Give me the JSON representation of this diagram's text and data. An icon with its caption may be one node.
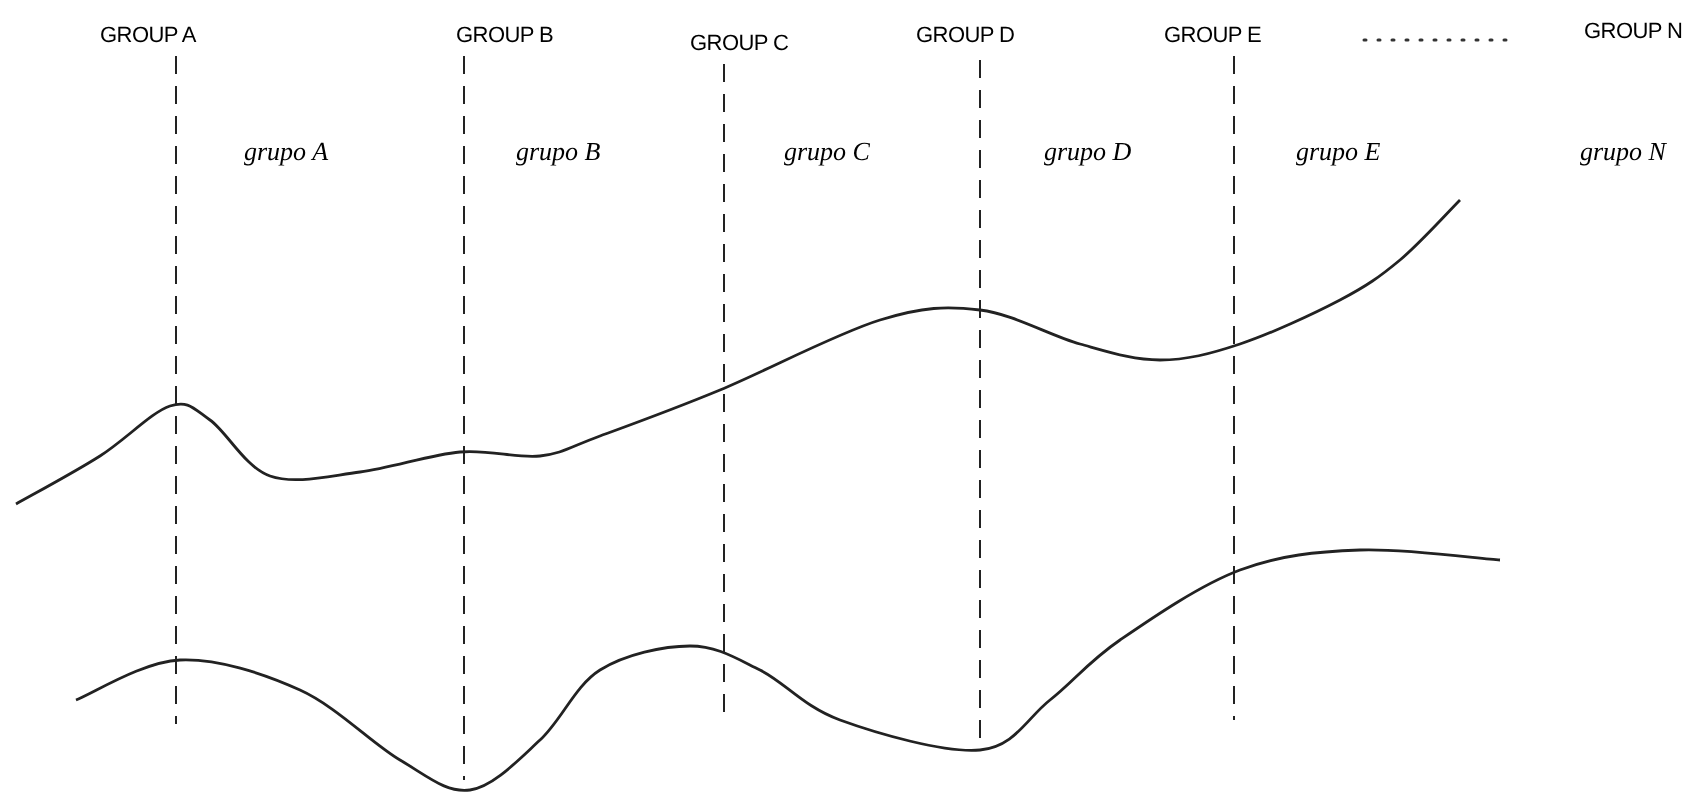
{
  "diagram": {
    "labels": [
      "GROUP A",
      "GROUP B",
      "GROUP C",
      "GROUP D",
      "GROUP E",
      "GROUP N",
      "grupo A",
      "grupo B",
      "grupo C",
      "grupo D",
      "grupo E",
      "grupo N"
    ]
  }
}
